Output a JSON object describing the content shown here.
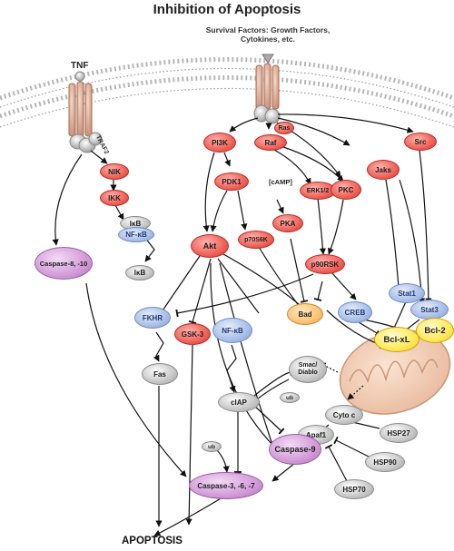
{
  "title": "Inhibition of Apoptosis",
  "labels": {
    "survival_factors": "Survival Factors: Growth Factors, Cytokines, etc.",
    "tnf": "TNF",
    "traf2": "TRAF2",
    "camp": "[cAMP]",
    "apoptosis": "APOPTOSIS"
  },
  "nodes": {
    "ras": "Ras",
    "raf": "Raf",
    "src": "Src",
    "pi3k": "PI3K",
    "nik": "NIK",
    "ikk": "IKK",
    "ikb_1": "IκB",
    "nfkb_1": "NF-κB",
    "ikb_2": "IκB",
    "pdk1": "PDK1",
    "pka": "PKA",
    "erk12": "ERK1/2",
    "pkc": "PKC",
    "jaks": "Jaks",
    "akt": "Akt",
    "p70s6k": "p70S6K",
    "p90rsk": "p90RSK",
    "casp810": "Caspase-8, -10",
    "fkhr": "FKHR",
    "bad": "Bad",
    "creb": "CREB",
    "stat1": "Stat1",
    "stat3": "Stat3",
    "bclxl": "Bcl-xL",
    "bcl2": "Bcl-2",
    "gsk3": "GSK-3",
    "nfkb_2": "NF-κB",
    "fas": "Fas",
    "smac": "Smac/ Diablo",
    "ub_1": "ub",
    "ciap": "cIAP",
    "cytoc": "Cyto c",
    "hsp27": "HSP27",
    "apaf1": "Apaf1",
    "casp9": "Caspase-9",
    "ub_2": "ub",
    "hsp90": "HSP90",
    "hsp70": "HSP70",
    "casp367": "Caspase-3, -6, -7"
  }
}
